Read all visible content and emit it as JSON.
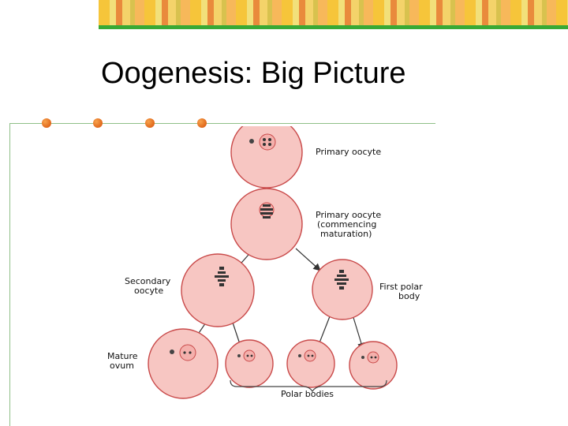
{
  "slide": {
    "title": "Oogenesis: Big Picture"
  },
  "diagram": {
    "labels": {
      "primary_oocyte": "Primary oocyte",
      "commencing_line1": "Primary oocyte",
      "commencing_line2": "(commencing",
      "commencing_line3": "maturation)",
      "secondary_line1": "Secondary",
      "secondary_line2": "oocyte",
      "first_polar_line1": "First polar",
      "first_polar_line2": "body",
      "mature_line1": "Mature",
      "mature_line2": "ovum",
      "polar_bodies": "Polar bodies"
    }
  },
  "colors": {
    "cell_fill": "#f7c6c2",
    "cell_stroke": "#c94a4a",
    "bullet": "#e8731f",
    "rule_line": "#8fbf87",
    "banner_stripe": "#39a935"
  }
}
